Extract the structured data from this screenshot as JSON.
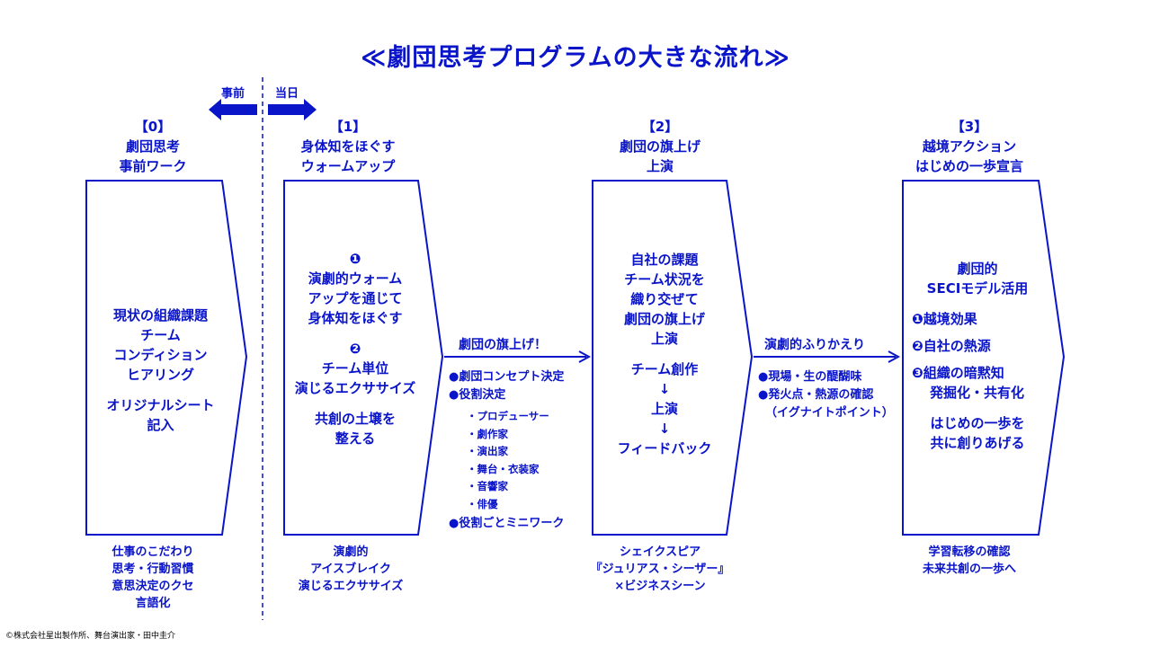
{
  "title": "≪劇団思考プログラムの大きな流れ≫",
  "timeline": {
    "before": "事前",
    "day": "当日"
  },
  "stages": [
    {
      "num": "【0】",
      "line1": "劇団思考",
      "line2": "事前ワーク",
      "body": [
        "現状の組織課題",
        "チーム",
        "コンディション",
        "ヒアリング",
        "",
        "オリジナルシート",
        "記入"
      ],
      "footer": [
        "仕事のこだわり",
        "思考・行動習慣",
        "意思決定のクセ",
        "言語化"
      ]
    },
    {
      "num": "【1】",
      "line1": "身体知をほぐす",
      "line2": "ウォームアップ",
      "body": [
        "❶",
        "演劇的ウォーム",
        "アップを通じて",
        "身体知をほぐす",
        "",
        "❷",
        "チーム単位",
        "演じるエクササイズ",
        "",
        "共創の土壌を",
        "整える"
      ],
      "footer": [
        "演劇的",
        "アイスブレイク",
        "演じるエクササイズ"
      ]
    },
    {
      "num": "【2】",
      "line1": "劇団の旗上げ",
      "line2": "上演",
      "body": [
        "自社の課題",
        "チーム状況を",
        "織り交ぜて",
        "劇団の旗上げ",
        "上演",
        "",
        "チーム創作",
        "↓",
        "上演",
        "↓",
        "フィードバック"
      ],
      "footer": [
        "シェイクスピア",
        "『ジュリアス・シーザー』",
        "×ビジネスシーン"
      ]
    },
    {
      "num": "【3】",
      "line1": "越境アクション",
      "line2": "はじめの一歩宣言",
      "body": [
        "劇団的",
        "SECIモデル活用",
        "",
        "❶越境効果",
        "❷自社の熱源",
        "❸組織の暗黙知",
        "発掘化・共有化",
        "",
        "はじめの一歩を",
        "共に創りあげる"
      ],
      "footer": [
        "学習転移の確認",
        "未来共創の一歩へ"
      ]
    }
  ],
  "connector1": {
    "label": "劇団の旗上げ！",
    "items": [
      "●劇団コンセプト決定",
      "●役割決定"
    ],
    "roles": [
      "・プロデューサー",
      "・劇作家",
      "・演出家",
      "・舞台・衣装家",
      "・音響家",
      "・俳優"
    ],
    "last": "●役割ごとミニワーク"
  },
  "connector2": {
    "label": "演劇的ふりかえり",
    "items": [
      "●現場・生の醍醐味",
      "●発火点・熱源の確認"
    ],
    "note": "（イグナイトポイント）"
  },
  "copyright": "©株式会社星出製作所、舞台演出家・田中圭介",
  "colors": {
    "primary": "#0a14c8",
    "background": "#ffffff"
  }
}
